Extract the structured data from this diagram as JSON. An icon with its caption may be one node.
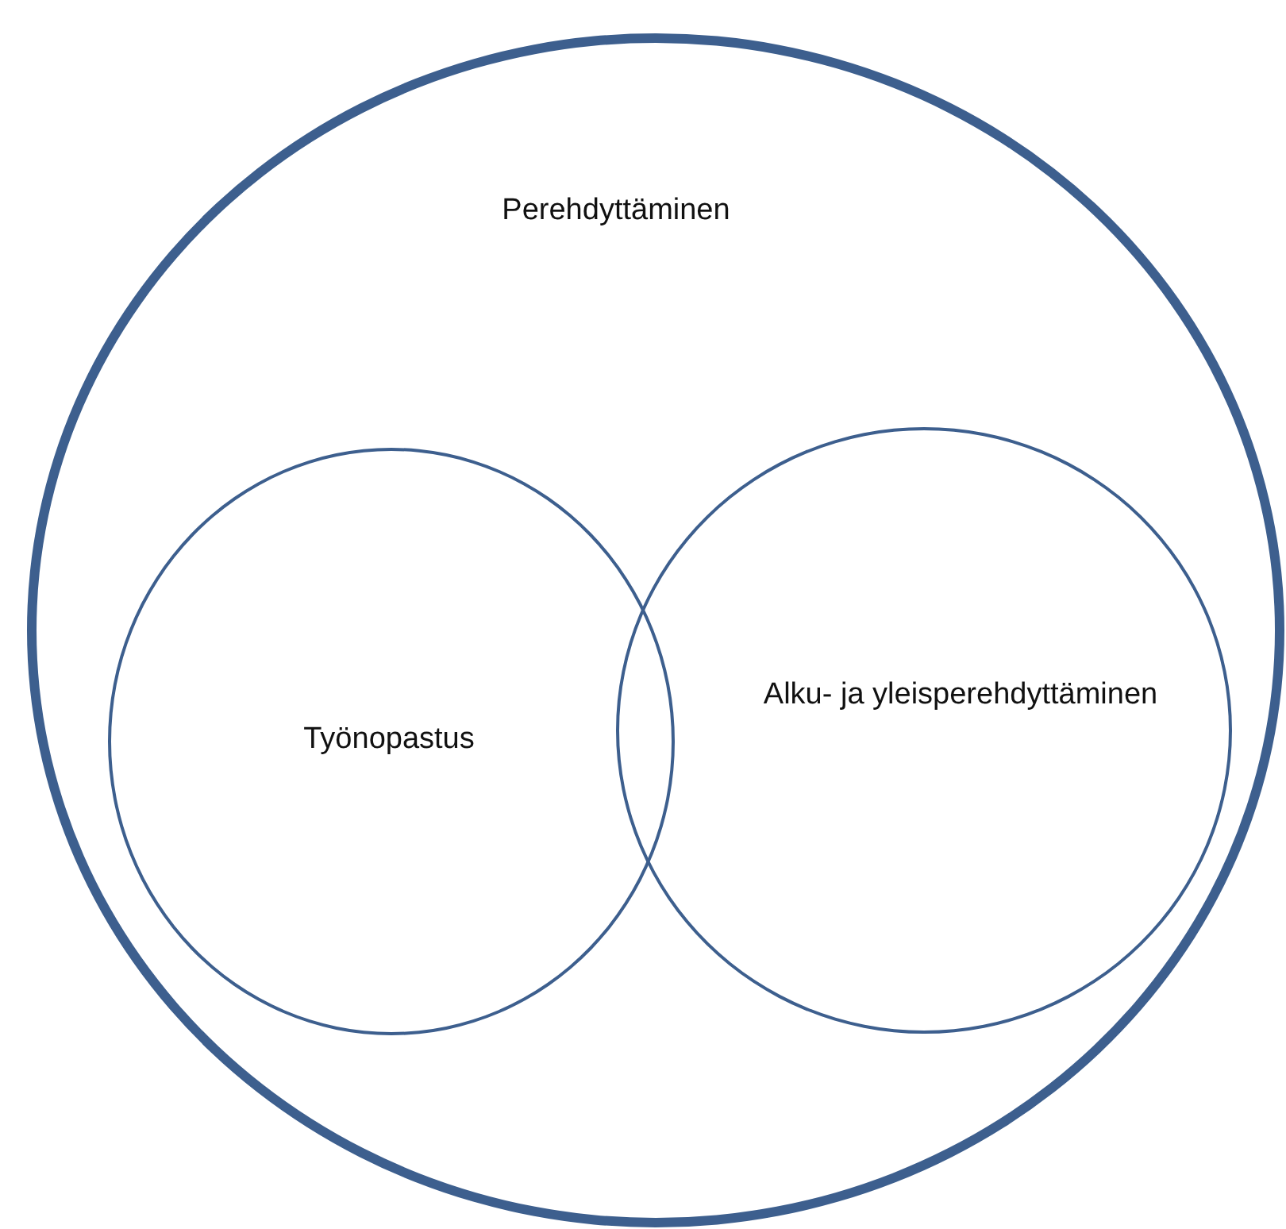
{
  "diagram": {
    "nodes": [
      {
        "text": [
          "Perehdyttäminen"
        ]
      },
      {
        "text": [
          "Työnopastus"
        ],
        "in": 0
      },
      {
        "text": [
          "Alku- ja yleisperehdyttäminen"
        ],
        "in": 0
      }
    ]
  }
}
